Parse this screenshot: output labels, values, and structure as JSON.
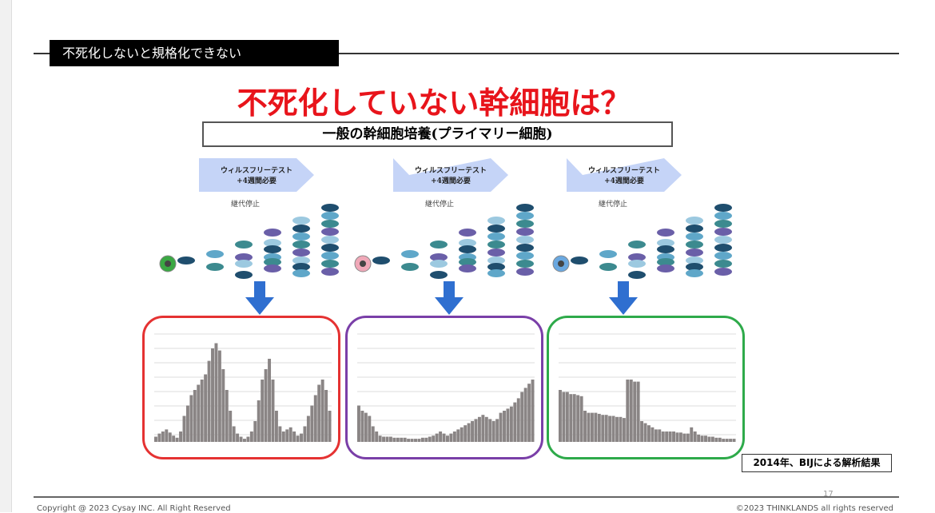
{
  "header": {
    "section_label": "不死化しないと規格化できない"
  },
  "title": "不死化していない幹細胞は？",
  "subtitle": "一般の幹細胞培養(プライマリー細胞)",
  "stages": [
    {
      "banner_line1": "ウィルスフリーテスト",
      "banner_line2": "+4週間必要",
      "stop_label": "継代停止",
      "cell_color": "#3aa843",
      "frame_color": "#e53232"
    },
    {
      "banner_line1": "ウィルスフリーテスト",
      "banner_line2": "+4週間必要",
      "stop_label": "継代停止",
      "cell_color": "#f0a8b8",
      "frame_color": "#7a3fa8"
    },
    {
      "banner_line1": "ウィルスフリーテスト",
      "banner_line2": "+4週間必要",
      "stop_label": "継代停止",
      "cell_color": "#6aa8e0",
      "frame_color": "#2eaa4a"
    }
  ],
  "chart_data": [
    {
      "type": "bar",
      "title": "",
      "values": [
        5,
        8,
        10,
        12,
        9,
        6,
        4,
        10,
        25,
        35,
        45,
        50,
        55,
        60,
        65,
        78,
        90,
        95,
        88,
        70,
        50,
        30,
        15,
        8,
        5,
        3,
        5,
        10,
        20,
        40,
        60,
        70,
        80,
        60,
        30,
        15,
        10,
        12,
        14,
        10,
        6,
        8,
        15,
        25,
        35,
        45,
        55,
        60,
        50,
        30
      ]
    },
    {
      "type": "bar",
      "title": "",
      "values": [
        35,
        30,
        28,
        25,
        15,
        10,
        6,
        5,
        5,
        5,
        4,
        4,
        4,
        4,
        3,
        3,
        3,
        3,
        4,
        4,
        5,
        6,
        8,
        10,
        8,
        6,
        8,
        10,
        12,
        14,
        16,
        18,
        20,
        22,
        24,
        26,
        24,
        22,
        20,
        22,
        28,
        30,
        32,
        34,
        38,
        42,
        48,
        52,
        56,
        60
      ]
    },
    {
      "type": "bar",
      "title": "",
      "values": [
        50,
        48,
        48,
        46,
        46,
        45,
        44,
        30,
        28,
        28,
        28,
        27,
        26,
        26,
        25,
        25,
        24,
        24,
        23,
        60,
        60,
        58,
        58,
        20,
        18,
        16,
        14,
        12,
        12,
        10,
        10,
        10,
        10,
        9,
        9,
        8,
        8,
        14,
        10,
        7,
        6,
        6,
        5,
        5,
        4,
        4,
        3,
        3,
        3,
        3
      ]
    }
  ],
  "footnote": "2014年、BIJによる解析結果",
  "footer": {
    "page_number": "17",
    "left": "Copyright @ 2023 Cysay INC. All Right Reserved",
    "right": "©2023 THINKLANDS all rights reserved"
  }
}
